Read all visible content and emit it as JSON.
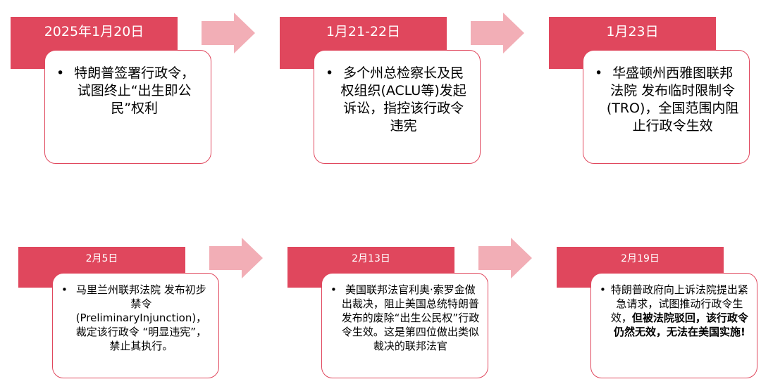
{
  "timeline": [
    {
      "date": "2025年1月20日",
      "text": "特朗普签署行政令，试图终止“出生即公民”权利"
    },
    {
      "date": "1月21-22日",
      "text": "多个州总检察长及民权组织(ACLU等)发起诉讼，指控该行政令违宪"
    },
    {
      "date": "1月23日",
      "text": "华盛顿州西雅图联邦法院 发布临时限制令(TRO)，全国范围内阻止行政令生效"
    },
    {
      "date": "2月5日",
      "text": "马里兰州联邦法院 发布初步禁令(PreliminaryInjunction)，裁定该行政令 “明显违宪”， 禁止其执行。"
    },
    {
      "date": "2月13日",
      "text": "美国联邦法官利奥·索罗金做出裁决，阻止美国总统特朗普发布的废除“出生公民权”行政令生效。这是第四位做出类似裁决的联邦法官"
    },
    {
      "date": "2月19日",
      "text_plain": "特朗普政府向上诉法院提出紧急请求，试图推动行政令生效，",
      "text_bold": "但被法院驳回，该行政令仍然无效，无法在美国实施!"
    }
  ],
  "bullet": "•",
  "colors": {
    "accent": "#e0475d",
    "arrow": "#f2aeb6",
    "card_bg": "#ffffff"
  }
}
